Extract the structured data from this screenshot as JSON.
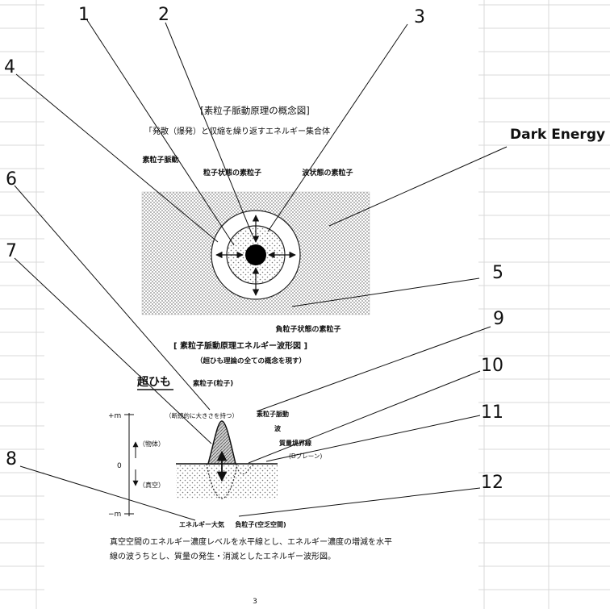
{
  "callout_numbers": [
    "1",
    "2",
    "3",
    "4",
    "5",
    "6",
    "7",
    "8",
    "9",
    "10",
    "11",
    "12"
  ],
  "diagram1": {
    "title": "[素粒子脈動原理の概念図]",
    "subtitle": "「発散（爆発）と収縮を繰り返すエネルギー集合体",
    "label_pulsation": "素粒子脈動",
    "label_particle_state": "粒子状態の素粒子",
    "label_wave_state": "波状態の素粒子",
    "label_negative": "負粒子状態の素粒子",
    "dark_energy": "Dark Energy"
  },
  "diagram2": {
    "title": "[ 素粒子脈動原理エネルギー波形図 ]",
    "subtitle": "（超ひも理論の全ての概念を現す）",
    "heading": "超ひも",
    "label_elementary": "素粒子(粒子)",
    "label_discontinuous": "（断続的に大きさを持つ）",
    "label_pulsation": "素粒子脈動",
    "label_wave": "波",
    "label_mass_boundary": "質量境界線",
    "label_dbrane": "(Dブレーン)",
    "axis_plus": "+m",
    "axis_minus": "−m",
    "axis_zero": "0",
    "label_matter": "（物体）",
    "label_vacuum": "（真空）",
    "label_energy_atmosphere": "エネルギー大気",
    "label_negative_particle": "負粒子(空乏空間)",
    "caption_line1": "真空空間のエネルギー濃度レベルを水平線とし、エネルギー濃度の増減を水平",
    "caption_line2": "線の波うちとし、質量の発生・消滅としたエネルギー波形図。"
  },
  "page_number": "3"
}
